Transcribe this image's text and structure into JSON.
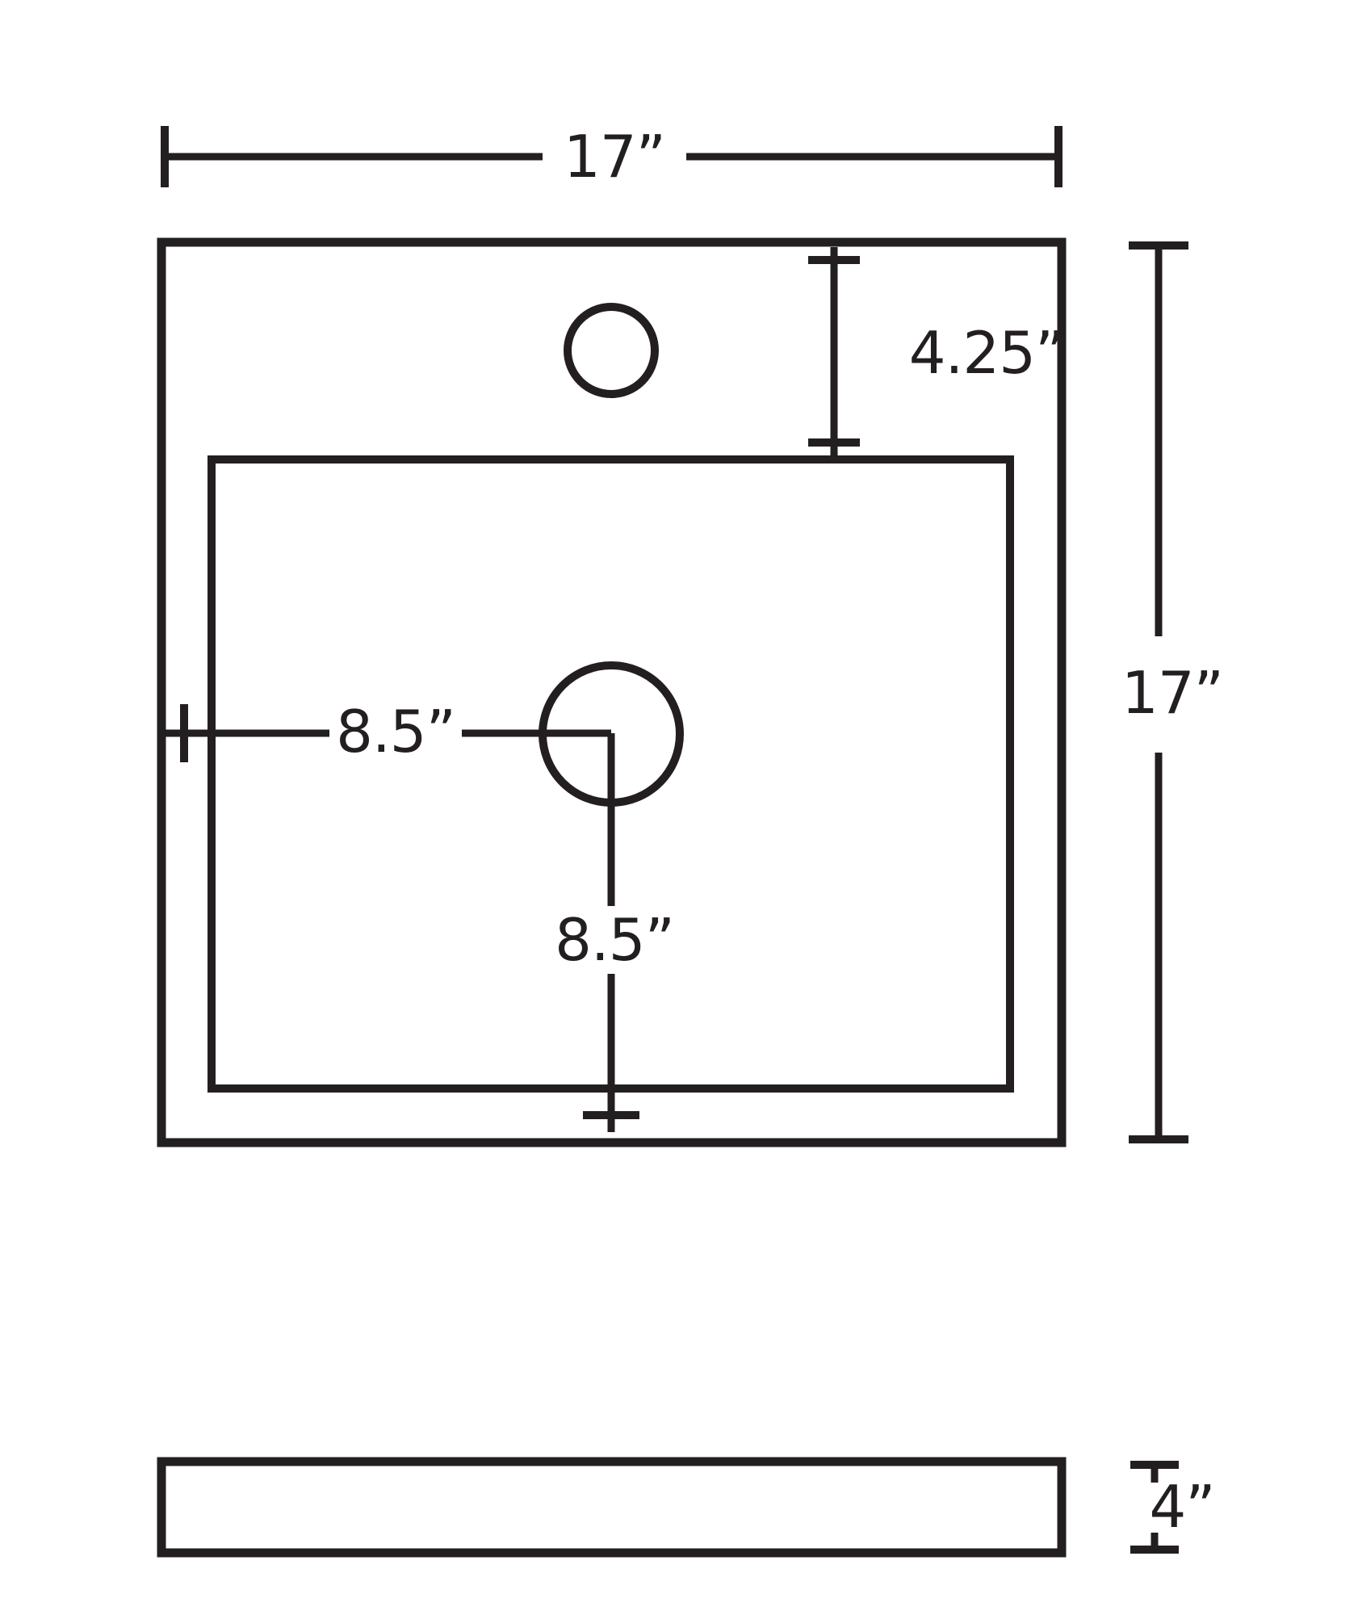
{
  "diagram": {
    "type": "sink-dimension-drawing",
    "line_color": "#231f20",
    "background_color": "#ffffff",
    "top_view": {
      "overall_width": {
        "label": "17”"
      },
      "overall_height": {
        "label": "17”"
      },
      "faucet_hole_offset": {
        "label": "4.25”"
      },
      "drain_offset_horizontal": {
        "label": "8.5”"
      },
      "drain_offset_vertical": {
        "label": "8.5”"
      }
    },
    "side_view": {
      "thickness": {
        "label": "4”"
      }
    }
  }
}
